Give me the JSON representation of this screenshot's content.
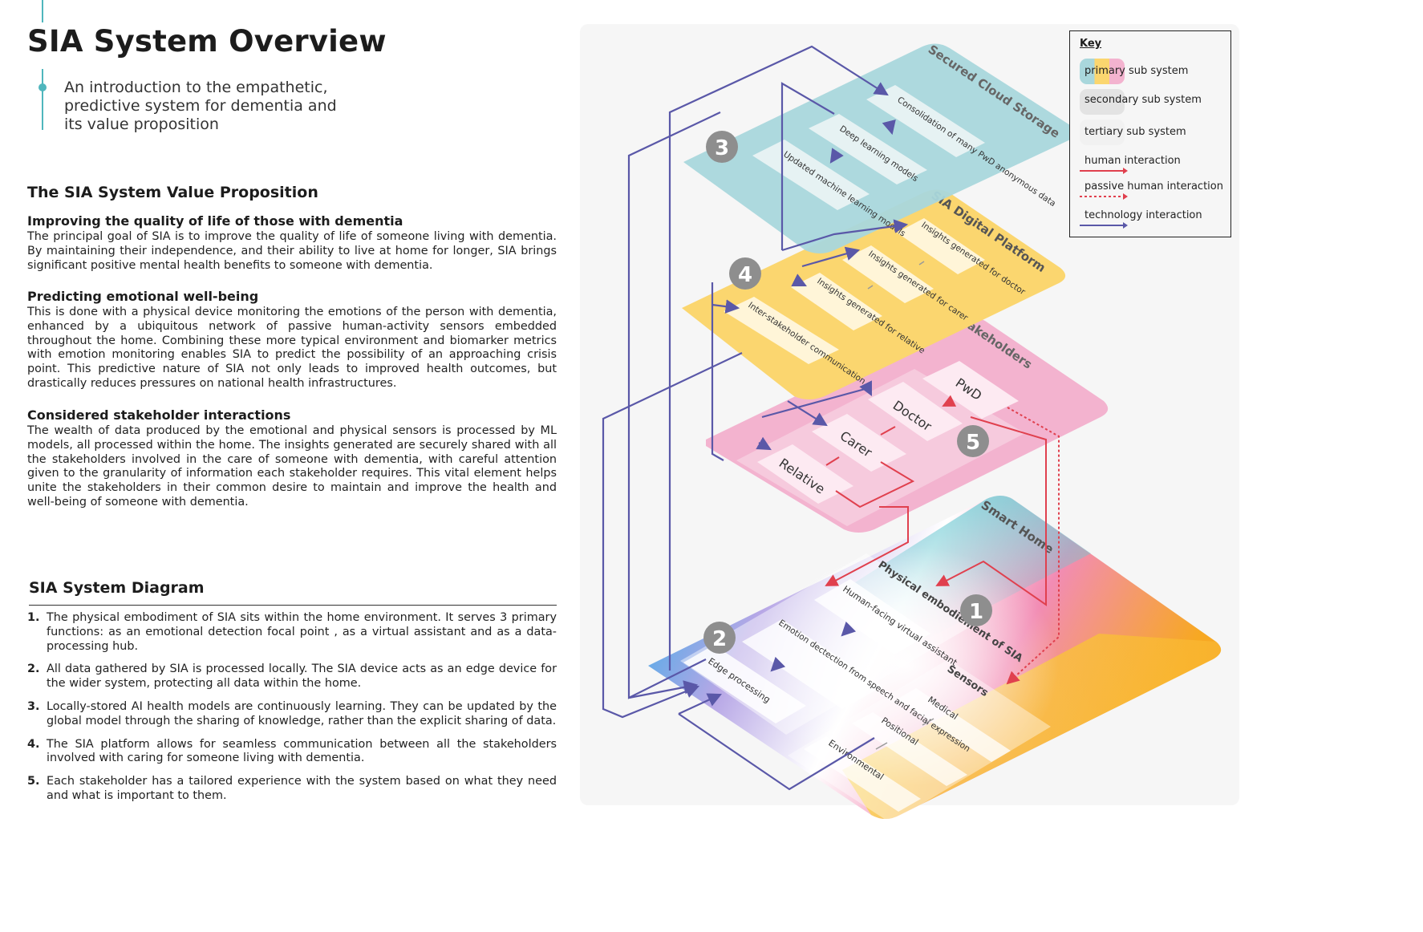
{
  "header": {
    "title": "SIA System Overview",
    "subtitle": "An introduction to the empathetic, predictive system for dementia and its value proposition"
  },
  "value_proposition": {
    "heading": "The SIA System Value Proposition",
    "sections": [
      {
        "title": "Improving the quality of life of those with dementia",
        "body": "The principal goal of SIA is to improve the quality of life of someone living with dementia. By maintaining their independence, and their ability to live at home for longer, SIA brings significant positive mental health benefits to someone with dementia."
      },
      {
        "title": "Predicting emotional well-being",
        "body": "This is done with a physical device monitoring the emotions of the person with dementia, enhanced by a ubiquitous network of passive human-activity sensors embedded throughout the home. Combining these more typical environment and biomarker metrics with emotion monitoring enables SIA to predict the possibility of an approaching crisis point. This predictive nature of SIA not only leads to improved health outcomes, but drastically reduces pressures on national health infrastructures."
      },
      {
        "title": "Considered stakeholder interactions",
        "body": "The wealth of data produced by the emotional and physical sensors is processed by ML models, all processed within the home. The insights generated are securely shared with all the stakeholders involved in the care of someone with dementia, with careful attention given to the granularity of information each stakeholder requires. This vital element helps unite the stakeholders in their common desire to maintain and improve the health and well-being of someone with dementia."
      }
    ]
  },
  "system_diagram": {
    "heading": "SIA System Diagram",
    "items": [
      {
        "num": "1.",
        "text": "The physical embodiment of SIA sits within the home environment. It serves 3 primary functions: as an emotional detection focal point , as a virtual assistant and as a data-processing hub."
      },
      {
        "num": "2.",
        "text": "All data gathered by SIA is processed locally. The SIA device acts as an edge device for the wider system, protecting all data within the home."
      },
      {
        "num": "3.",
        "text": "Locally-stored AI health models are continuously learning. They can be updated by the global model through the sharing of knowledge, rather than the explicit sharing of data."
      },
      {
        "num": "4.",
        "text": "The SIA platform allows for seamless communication between all the stakeholders involved with caring for someone living with dementia."
      },
      {
        "num": "5.",
        "text": "Each stakeholder has a tailored experience with the system based on what they need and what is important to them."
      }
    ]
  },
  "diagram": {
    "layers": {
      "cloud": {
        "title": "Secured Cloud Storage",
        "color": "#a9d7dc",
        "items": [
          "Consolidation of many PwD anonymous data",
          "Deep learning models",
          "Updated machine learning models"
        ]
      },
      "platform": {
        "title": "SIA Digital Platform",
        "color": "#fbd66f",
        "items": [
          "Insights generated for doctor",
          "Insights generated for carer",
          "Insights generated for relative",
          "Inter-stakeholder communication"
        ]
      },
      "stakeholders": {
        "title": "Stakeholders",
        "color": "#f3b3cf",
        "items": [
          "PwD",
          "Doctor",
          "Carer",
          "Relative"
        ]
      },
      "home": {
        "title": "Smart Home",
        "embodiment_title": "Physical embodiement of SIA",
        "embodiment_items": [
          "Human-facing virtual assistant",
          "Emotion dectection from speech and facial expression",
          "Edge processing"
        ],
        "sensors_title": "Sensors",
        "sensor_items": [
          "Medical",
          "Positional",
          "Environmental"
        ]
      }
    },
    "badges": [
      "1",
      "2",
      "3",
      "4",
      "5"
    ],
    "colors": {
      "technology": "#5a58a8",
      "human": "#e0404e",
      "passive": "#e0404e",
      "badge": "#8e8e8e"
    }
  },
  "key": {
    "title": "Key",
    "items": [
      "primary sub system",
      "secondary sub system",
      "tertiary sub system",
      "human interaction",
      "passive human interaction",
      "technology interaction"
    ]
  }
}
